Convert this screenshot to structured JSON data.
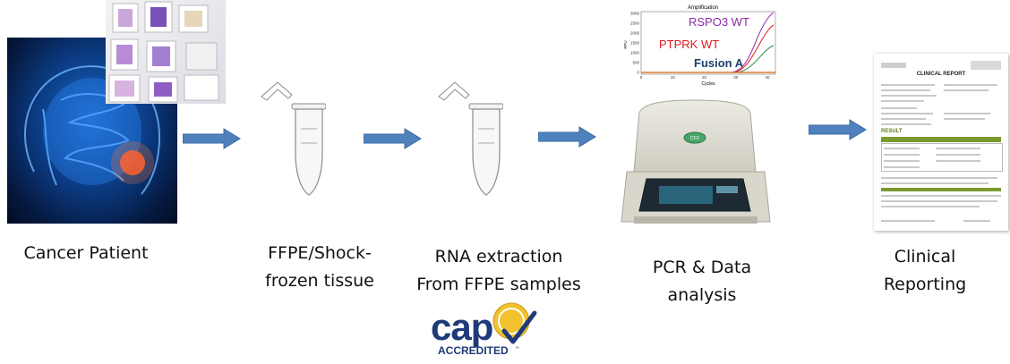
{
  "steps": [
    {
      "lines": [
        "Cancer Patient"
      ]
    },
    {
      "lines": [
        "FFPE/Shock-",
        "frozen tissue"
      ]
    },
    {
      "lines": [
        "RNA extraction",
        "From FFPE samples"
      ]
    },
    {
      "lines": [
        "PCR & Data",
        "analysis"
      ]
    },
    {
      "lines": [
        "Clinical",
        "Reporting"
      ]
    }
  ],
  "amplification_plot": {
    "title": "Amplification",
    "xlabel": "Cycles",
    "ylabel": "RFU",
    "yticks": [
      "3000",
      "2500",
      "2000",
      "1500",
      "1000",
      "500",
      "0"
    ],
    "xticks": [
      "0",
      "10",
      "20",
      "30",
      "40"
    ],
    "series": [
      {
        "name": "RSPO3 WT",
        "color": "#8a2aa8"
      },
      {
        "name": "PTPRK WT",
        "color": "#e0191f"
      },
      {
        "name": "Fusion A",
        "color": "#1f3f6f"
      }
    ]
  },
  "instrument": {
    "screen_text": "CFX"
  },
  "report": {
    "title": "CLINICAL REPORT",
    "section": "RESULT"
  },
  "badge": {
    "main": "cap",
    "sub": "ACCREDITED"
  },
  "colors": {
    "arrow": "#4f81bd",
    "arrow_edge": "#3a6aa2"
  }
}
